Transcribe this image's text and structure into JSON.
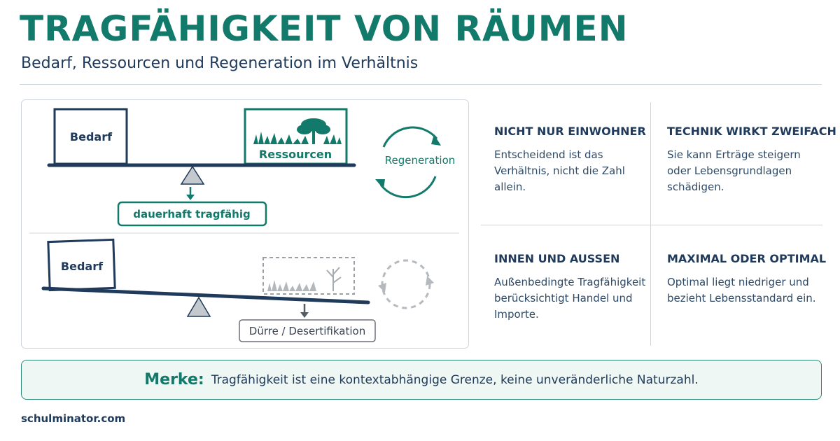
{
  "title": "TRAGFÄHIGKEIT VON RÄUMEN",
  "subtitle": "Bedarf, Ressourcen und Regeneration im Verhältnis",
  "diagram": {
    "top": {
      "demand": "Bedarf",
      "resources": "Ressourcen",
      "regeneration": "Regeneration",
      "result": "dauerhaft tragfähig"
    },
    "bottom": {
      "demand": "Bedarf",
      "result": "Dürre / Desertifikation"
    },
    "colors": {
      "accent": "#127a6a",
      "navy": "#1f3a5a",
      "muted": "#9aa0a6"
    }
  },
  "tips": [
    {
      "heading": "NICHT NUR EINWOHNER",
      "body": "Entscheidend ist das Verhältnis, nicht die Zahl allein."
    },
    {
      "heading": "TECHNIK WIRKT ZWEIFACH",
      "body": "Sie kann Erträge steigern oder Lebensgrundlagen schädigen."
    },
    {
      "heading": "INNEN UND AUSSEN",
      "body": "Außenbedingte Tragfähigkeit berücksichtigt Handel und Importe."
    },
    {
      "heading": "MAXIMAL ODER OPTIMAL",
      "body": "Optimal liegt niedriger und bezieht Lebensstandard ein."
    }
  ],
  "merke": {
    "label": "Merke:",
    "text": "Tragfähigkeit ist eine kontextabhängige Grenze, keine unveränderliche Naturzahl."
  },
  "footer": "schulminator.com"
}
